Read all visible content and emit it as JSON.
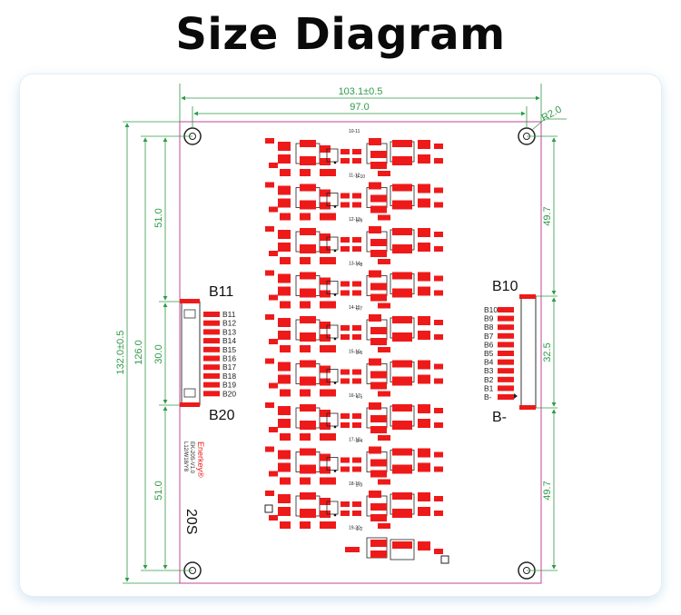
{
  "title": "Size Diagram",
  "dimensions": {
    "overall_width": "103.1±0.5",
    "hole_spacing_width": "97.0",
    "corner_radius": "R2.0",
    "overall_height": "132.0±0.5",
    "hole_spacing_height": "126.0",
    "left_top": "51.0",
    "left_middle": "30.0",
    "left_bottom": "51.0",
    "right_top": "49.7",
    "right_middle": "32.5",
    "right_bottom": "49.7"
  },
  "left_connector": {
    "top_label": "B11",
    "bottom_label": "B20",
    "pins": [
      "B11",
      "B12",
      "B13",
      "B14",
      "B15",
      "B16",
      "B17",
      "B18",
      "B19",
      "B20"
    ]
  },
  "right_connector": {
    "top_label": "B10",
    "bottom_label": "B-",
    "pins": [
      "B10",
      "B9",
      "B8",
      "B7",
      "B6",
      "B5",
      "B4",
      "B3",
      "B2",
      "B1",
      "B-"
    ]
  },
  "silkscreen": {
    "brand": "Enerkey®",
    "model": "EK-20S-V1.0",
    "date": "L12/W18/Y8",
    "series": "20S"
  },
  "cell_labels": {
    "left": [
      "10-11",
      "11-12",
      "12-13",
      "13-14",
      "14-15",
      "15-16",
      "16-17",
      "17-18",
      "18-19",
      "19-20"
    ],
    "right": [
      "9-10",
      "8-9",
      "7-8",
      "6-7",
      "5-6",
      "4-5",
      "3-4",
      "2-3",
      "1-2"
    ]
  },
  "colors": {
    "dimension": "#2f9a4a",
    "board_outline": "#c0469a",
    "pad": "#ee1a1a",
    "shadow": "#bfe0f0"
  }
}
